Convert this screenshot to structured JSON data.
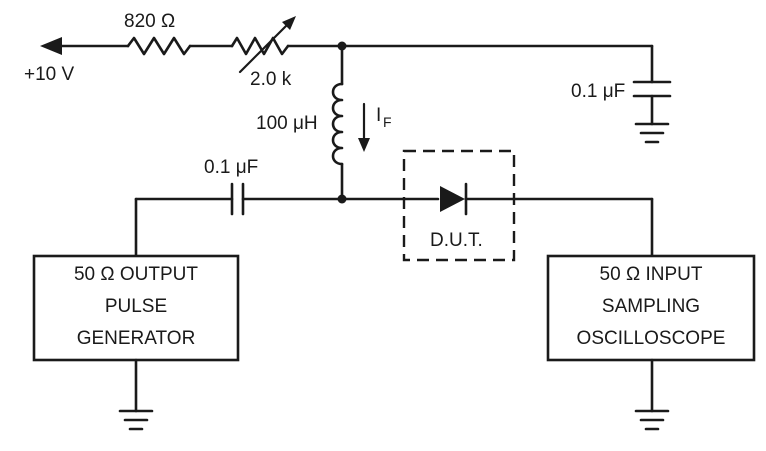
{
  "labels": {
    "supply": "+10 V",
    "r1": "820 Ω",
    "rpot": "2.0 k",
    "inductor": "100 μH",
    "current_main": "I",
    "current_sub": "F",
    "cap_bypass": "0.1 μF",
    "cap_coupling": "0.1 μF",
    "dut": "D.U.T."
  },
  "pulse_generator": {
    "line1": "50 Ω OUTPUT",
    "line2": "PULSE",
    "line3": "GENERATOR"
  },
  "oscilloscope": {
    "line1": "50 Ω INPUT",
    "line2": "SAMPLING",
    "line3": "OSCILLOSCOPE"
  },
  "colors": {
    "ink": "#1a1a1a",
    "background": "#ffffff"
  }
}
